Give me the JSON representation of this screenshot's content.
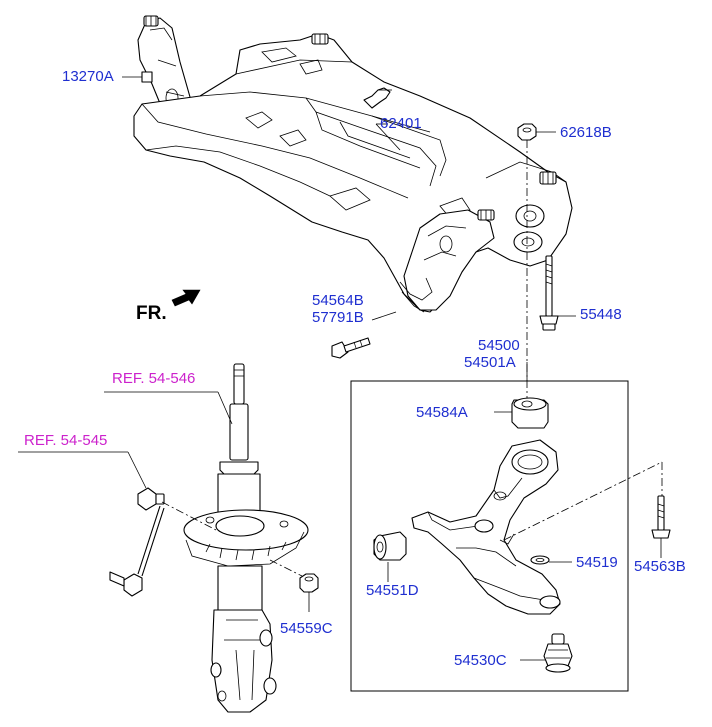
{
  "colors": {
    "part_label": "#1f2fd0",
    "ref_label": "#cc22cc",
    "line": "#000000",
    "background": "#ffffff"
  },
  "orientation": {
    "label": "FR.",
    "arrow_icon": "forward-arrow-icon"
  },
  "references": {
    "strut": "REF. 54-546",
    "stabilizer_link": "REF. 54-545"
  },
  "parts": {
    "subframe_mount_nut": "13270A",
    "crossmember": "62401",
    "nut_62618b": "62618B",
    "bolt_55448": "55448",
    "bolt_54564b": "54564B",
    "bolt_57791b": "57791B",
    "lower_arm_assy_lh": "54500",
    "lower_arm_assy_rh": "54501A",
    "rear_bushing": "54584A",
    "front_bushing": "54551D",
    "bolt_54563b": "54563B",
    "clip_54519": "54519",
    "nut_54559c": "54559C",
    "ball_joint": "54530C"
  }
}
